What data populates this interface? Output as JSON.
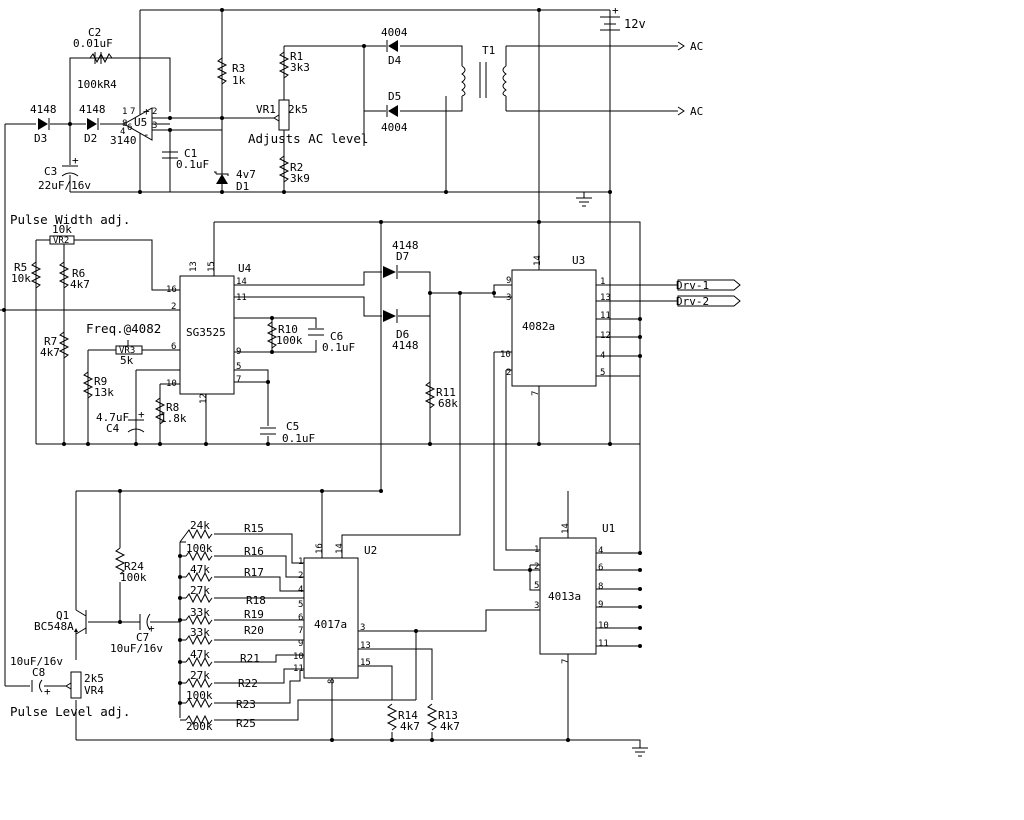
{
  "supply": {
    "label": "12v"
  },
  "ac_outputs": [
    "AC",
    "AC"
  ],
  "drive_outputs": [
    "Drv-1",
    "Drv-2"
  ],
  "annotations": {
    "pulse_width": "Pulse Width adj.",
    "pulse_level": "Pulse Level adj.",
    "frequency": "Freq.@4082",
    "ac_level": "Adjusts AC level"
  },
  "ics": {
    "U5": {
      "ref": "U5",
      "part": "3140"
    },
    "U4": {
      "ref": "U4",
      "part": "SG3525"
    },
    "U3": {
      "ref": "U3",
      "part": "4082a"
    },
    "U2": {
      "ref": "U2",
      "part": "4017a"
    },
    "U1": {
      "ref": "U1",
      "part": "4013a"
    }
  },
  "transformer": "T1",
  "transistor": {
    "ref": "Q1",
    "part": "BC548A"
  },
  "components": {
    "C2": {
      "ref": "C2",
      "value": "0.01uF"
    },
    "R4": {
      "ref": "100kR4"
    },
    "R3": {
      "ref": "R3",
      "value": "1k"
    },
    "R1": {
      "ref": "R1",
      "value": "3k3"
    },
    "VR1": {
      "ref": "VR1",
      "value": "2k5"
    },
    "R2": {
      "ref": "R2",
      "value": "3k9"
    },
    "C1": {
      "ref": "C1",
      "value": "0.1uF"
    },
    "C3": {
      "ref": "C3",
      "value": "22uF/16v"
    },
    "D1": {
      "ref": "D1",
      "value": "4v7"
    },
    "D2": {
      "ref": "D2",
      "value": "4148"
    },
    "D3": {
      "ref": "D3",
      "value": "4148"
    },
    "D4": {
      "ref": "D4",
      "value": "4004"
    },
    "D5": {
      "ref": "D5",
      "value": "4004"
    },
    "D6": {
      "ref": "D6",
      "value": "4148"
    },
    "D7": {
      "ref": "D7",
      "value": "4148"
    },
    "VR2": {
      "ref": "VR2",
      "value": "10k"
    },
    "R5": {
      "ref": "R5",
      "value": "10k"
    },
    "R6": {
      "ref": "R6",
      "value": "4k7"
    },
    "R7": {
      "ref": "R7",
      "value": "4k7"
    },
    "VR3": {
      "ref": "VR3",
      "value": "5k"
    },
    "R9": {
      "ref": "R9",
      "value": "13k"
    },
    "R8": {
      "ref": "R8",
      "value": "1.8k"
    },
    "C4": {
      "ref": "C4",
      "value": "4.7uF"
    },
    "R10": {
      "ref": "R10",
      "value": "100k"
    },
    "C6": {
      "ref": "C6",
      "value": "0.1uF"
    },
    "C5": {
      "ref": "C5",
      "value": "0.1uF"
    },
    "R11": {
      "ref": "R11",
      "value": "68k"
    },
    "R24": {
      "ref": "R24",
      "value": "100k"
    },
    "C7": {
      "ref": "C7",
      "value": "10uF/16v"
    },
    "C8": {
      "ref": "C8",
      "value": "10uF/16v"
    },
    "VR4": {
      "ref": "VR4",
      "value": "2k5"
    },
    "R14": {
      "ref": "R14",
      "value": "4k7"
    },
    "R13": {
      "ref": "R13",
      "value": "4k7"
    }
  },
  "divider_resistors": [
    {
      "ref": "R15",
      "value": "24k"
    },
    {
      "ref": "R16",
      "value": "100k"
    },
    {
      "ref": "R17",
      "value": "47k"
    },
    {
      "ref": "R18",
      "value": "27k"
    },
    {
      "ref": "R19",
      "value": "33k"
    },
    {
      "ref": "R20",
      "value": "33k"
    },
    {
      "ref": "R21",
      "value": "47k"
    },
    {
      "ref": "R22",
      "value": "27k"
    },
    {
      "ref": "R23",
      "value": "100k"
    },
    {
      "ref": "R25",
      "value": "200k"
    }
  ],
  "pins": {
    "u5": [
      "1",
      "7",
      "8",
      "4",
      "2",
      "3",
      "6"
    ],
    "u4_left": [
      "16",
      "2",
      "6",
      "10"
    ],
    "u4_top": [
      "13",
      "15"
    ],
    "u4_right": [
      "14",
      "11",
      "9",
      "5",
      "7"
    ],
    "u4_bottom": [
      "12"
    ],
    "u3_left": [
      "9",
      "3",
      "10",
      "2"
    ],
    "u3_right": [
      "1",
      "13",
      "11",
      "12",
      "4",
      "5"
    ],
    "u3_top": [
      "14"
    ],
    "u3_bottom": [
      "7"
    ],
    "u2_left": [
      "1",
      "2",
      "4",
      "5",
      "6",
      "7",
      "9",
      "10",
      "11"
    ],
    "u2_top": [
      "16",
      "14"
    ],
    "u2_right": [
      "3",
      "13",
      "15"
    ],
    "u2_bottom": [
      "8"
    ],
    "u1_left": [
      "1",
      "2",
      "5",
      "3"
    ],
    "u1_right": [
      "4",
      "6",
      "8",
      "9",
      "10",
      "11"
    ],
    "u1_top": [
      "14"
    ],
    "u1_bottom": [
      "7"
    ],
    "u1_left_lower": [
      "3"
    ]
  }
}
